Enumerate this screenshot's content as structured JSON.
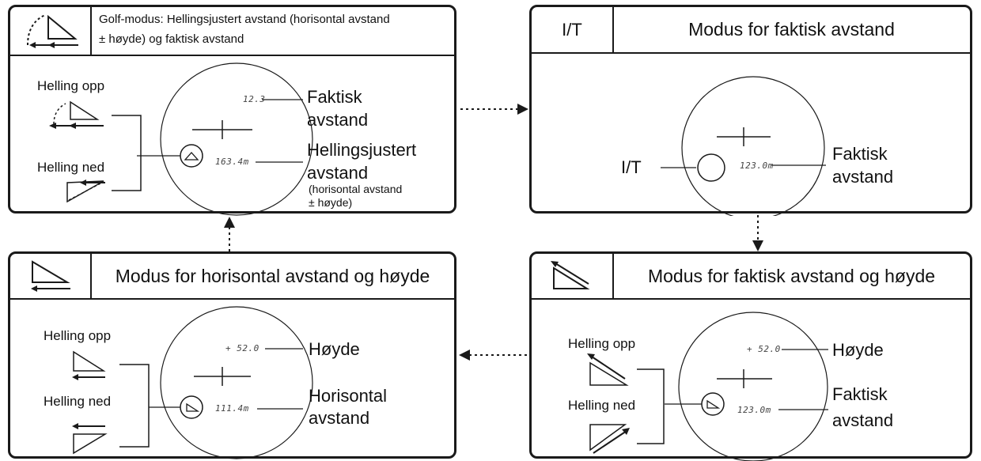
{
  "panels": {
    "golf": {
      "title_line1": "Golf-modus: Hellingsjustert avstand (horisontal avstand",
      "title_line2": "± høyde) og faktisk avstand",
      "slope_up": "Helling opp",
      "slope_down": "Helling ned",
      "readout_top": "12.3",
      "readout_bottom": "163.4m",
      "label_top_line1": "Faktisk",
      "label_top_line2": "avstand",
      "label_bottom_line1": "Hellingsjustert",
      "label_bottom_line2": "avstand",
      "note_line1": "(horisontal avstand",
      "note_line2": "± høyde)"
    },
    "actual": {
      "header_label": "I/T",
      "title": "Modus for faktisk avstand",
      "button_label": "I/T",
      "readout": "123.0m",
      "label_line1": "Faktisk",
      "label_line2": "avstand"
    },
    "horizontal": {
      "title": "Modus for horisontal avstand og høyde",
      "slope_up": "Helling opp",
      "slope_down": "Helling ned",
      "readout_top": "+ 52.0",
      "readout_bottom": "111.4m",
      "label_top": "Høyde",
      "label_bottom_line1": "Horisontal",
      "label_bottom_line2": "avstand"
    },
    "actual_height": {
      "title": "Modus for faktisk avstand og høyde",
      "slope_up": "Helling opp",
      "slope_down": "Helling ned",
      "readout_top": "+ 52.0",
      "readout_bottom": "123.0m",
      "label_top": "Høyde",
      "label_bottom_line1": "Faktisk",
      "label_bottom_line2": "avstand"
    }
  },
  "icons": {
    "golf_header": "slope-arc-triangle-icon",
    "horizontal_header": "triangle-horizontal-arrow-icon",
    "actual_height_header": "triangle-hypotenuse-arrow-icon",
    "reticle": "crosshair-icon",
    "mode_indicator": "triangle-in-circle-icon"
  },
  "colors": {
    "line": "#1a1a1a",
    "background": "#ffffff"
  }
}
